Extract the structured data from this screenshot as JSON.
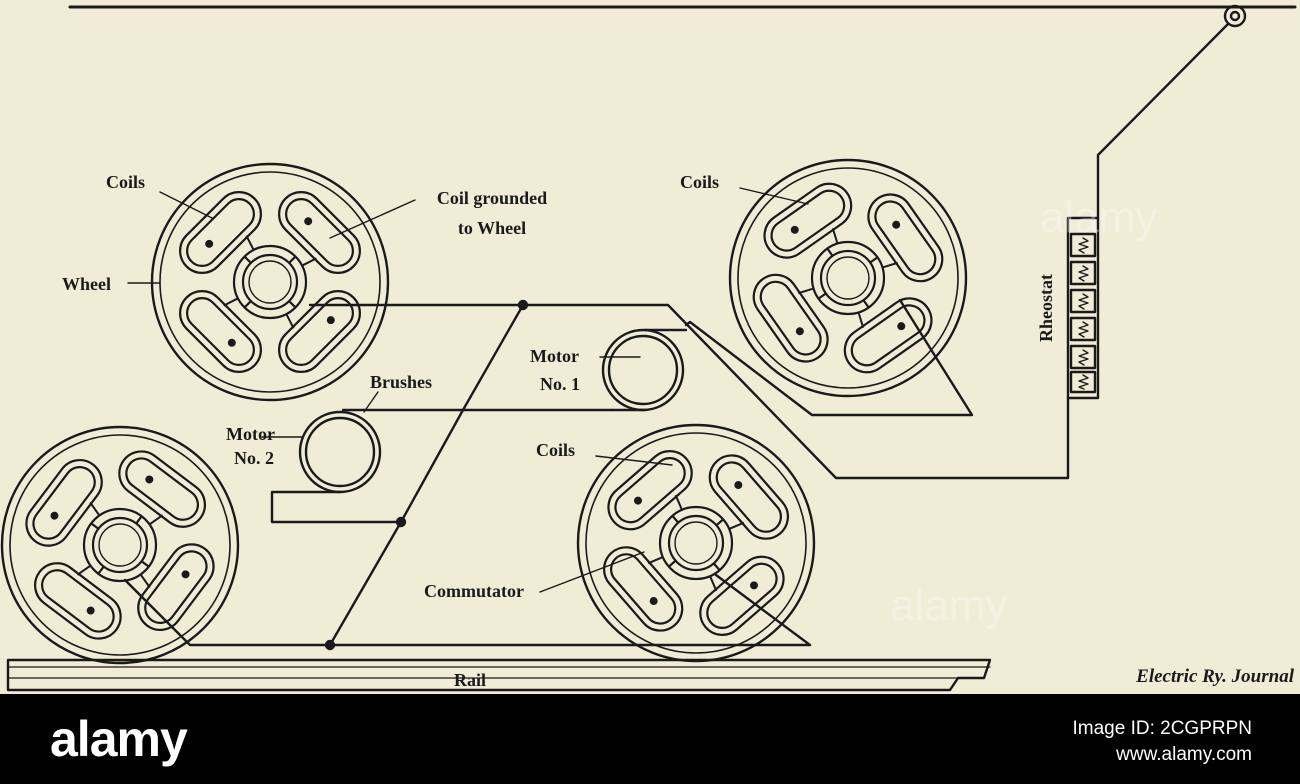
{
  "labels": {
    "coils_1": "Coils",
    "coil_grounded_1": "Coil grounded",
    "coil_grounded_2": "to Wheel",
    "wheel": "Wheel",
    "coils_2": "Coils",
    "coils_3": "Coils",
    "brushes": "Brushes",
    "motor1_a": "Motor",
    "motor1_b": "No. 1",
    "motor2_a": "Motor",
    "motor2_b": "No. 2",
    "commutator": "Commutator",
    "rheostat": "Rheostat",
    "rail": "Rail"
  },
  "credit": "Electric Ry. Journal",
  "watermark": "alamy",
  "banner": {
    "logo": "alamy",
    "image_id": "Image ID: 2CGPRPN",
    "site": "www.alamy.com"
  },
  "colors": {
    "paper": "#f1ecd6",
    "ink": "#1a1a1a",
    "banner": "#000000"
  }
}
